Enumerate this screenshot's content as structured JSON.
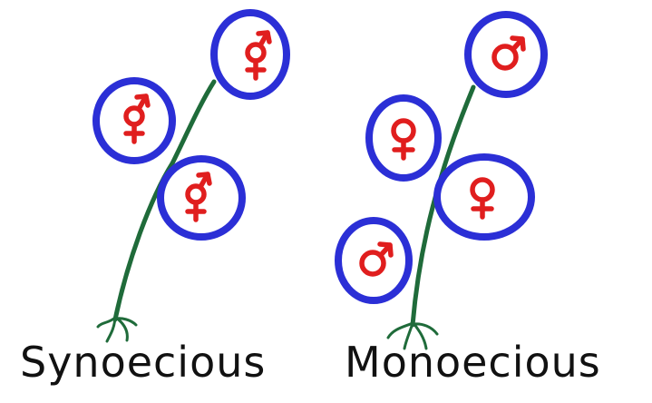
{
  "labels": {
    "left": "Synoecious",
    "right": "Monoecious"
  },
  "plants": [
    {
      "flowers": [
        "bisexual",
        "bisexual",
        "bisexual"
      ]
    },
    {
      "flowers": [
        "male",
        "female",
        "female",
        "male"
      ]
    }
  ],
  "colors": {
    "stem": "#1f6b3a",
    "flower_outline": "#2b2fd6",
    "symbol": "#e01e1e"
  },
  "icons": [
    "male-female-icon",
    "female-icon",
    "male-icon"
  ]
}
